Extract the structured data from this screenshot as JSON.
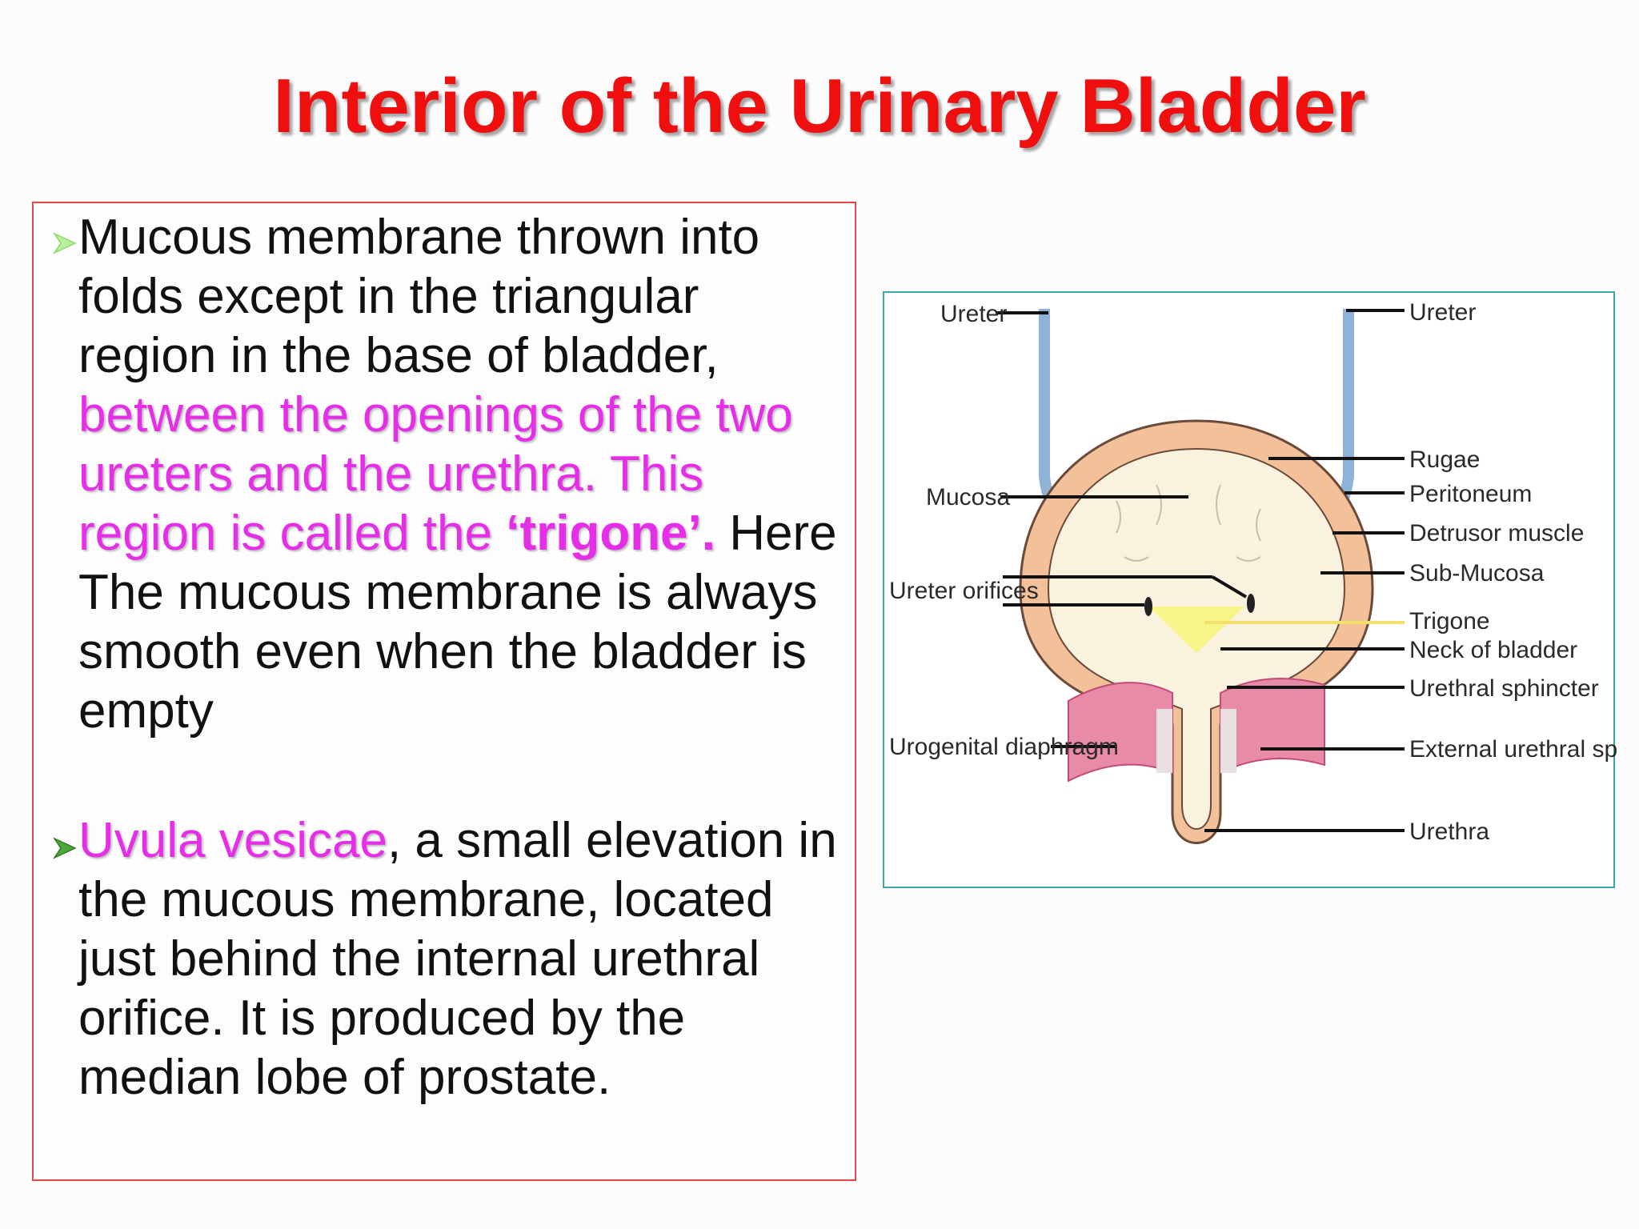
{
  "slide": {
    "title": "Interior of the Urinary Bladder"
  },
  "bullets": [
    {
      "p1": "Mucous membrane thrown into folds except in the triangular region in the base of bladder, ",
      "highlight": "between the openings of the two ureters and the urethra. This region is called the ",
      "highlight_bold": "‘trigone’.",
      "p2": " Here The mucous membrane is always smooth even when the bladder is empty"
    },
    {
      "highlight": "Uvula vesicae",
      "p2": ", a small elevation in the mucous membrane, located just behind the internal urethral orifice. It is produced by the median lobe of prostate."
    }
  ],
  "diagram": {
    "labels": {
      "ureter_left": "Ureter",
      "ureter_right": "Ureter",
      "mucosa": "Mucosa",
      "ureter_orifices": "Ureter orifices",
      "urogenital_diaphragm": "Urogenital diaphragm",
      "rugae": "Rugae",
      "peritoneum": "Peritoneum",
      "detrusor_muscle": "Detrusor muscle",
      "sub_mucosa": "Sub-Mucosa",
      "trigone": "Trigone",
      "neck_of_bladder": "Neck of bladder",
      "urethral_sphincter": "Urethral sphincter",
      "external_urethral_sphincter": "External urethral sphincter",
      "urethra": "Urethra"
    }
  },
  "colors": {
    "title": "#ef0f0f",
    "highlight": "#e62ee8",
    "text_box_border": "#e3474c",
    "diagram_border": "#3ba9a1"
  }
}
